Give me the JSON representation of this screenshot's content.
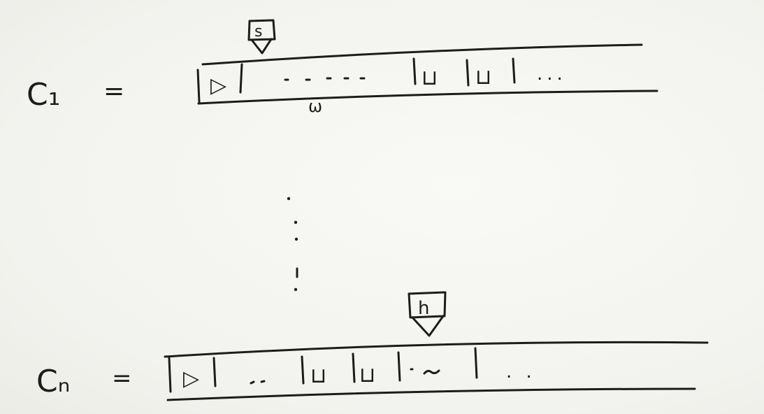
{
  "diagram": {
    "config_first": {
      "label": "C₁",
      "equals": "=",
      "state": "s",
      "tape_start_symbol": "▷",
      "tape_blank_symbols": [
        "⊔",
        "⊔"
      ],
      "ellipsis": "...",
      "input_label": "ω"
    },
    "config_last": {
      "label": "Cₙ",
      "equals": "=",
      "state": "h",
      "tape_start_symbol": "▷",
      "tape_blank_symbols": [
        "⊔",
        "⊔"
      ],
      "ellipsis": ". ."
    }
  }
}
